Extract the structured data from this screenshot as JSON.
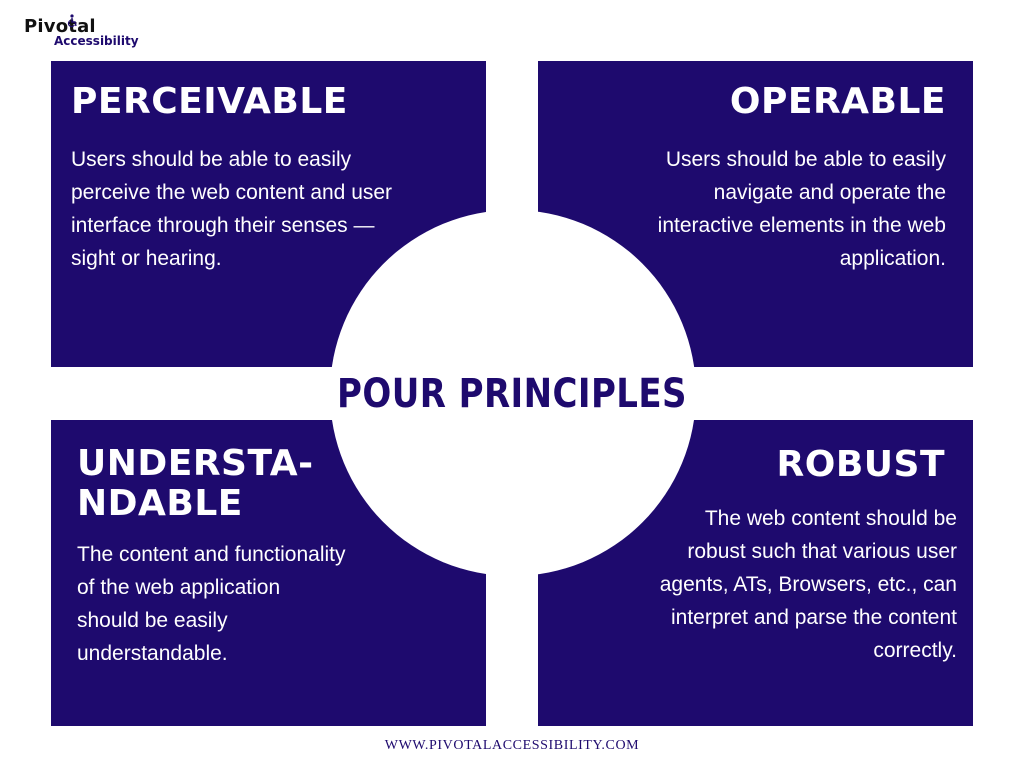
{
  "logo": {
    "line1": "Pivotal",
    "line2": "Accessibility",
    "icon": "wheelchair-icon"
  },
  "center_title": "POUR PRINCIPLES",
  "quadrants": {
    "perceivable": {
      "title": "PERCEIVABLE",
      "text": "Users should be able to easily perceive the web content and user interface through their senses — sight or hearing."
    },
    "operable": {
      "title": "OPERABLE",
      "text": "Users should be able to easily navigate and operate the interactive elements in the web application."
    },
    "understandable": {
      "title": "UNDERSTA-NDABLE",
      "text": "The content and functionality of the web application should be easily understandable."
    },
    "robust": {
      "title": "ROBUST",
      "text": "The web content should be robust such that various user agents, ATs, Browsers, etc., can interpret and parse the content correctly."
    }
  },
  "footer": "WWW.PIVOTALACCESSIBILITY.COM",
  "colors": {
    "brand": "#1e0a6e",
    "background": "#ffffff",
    "text_on_brand": "#ffffff"
  }
}
